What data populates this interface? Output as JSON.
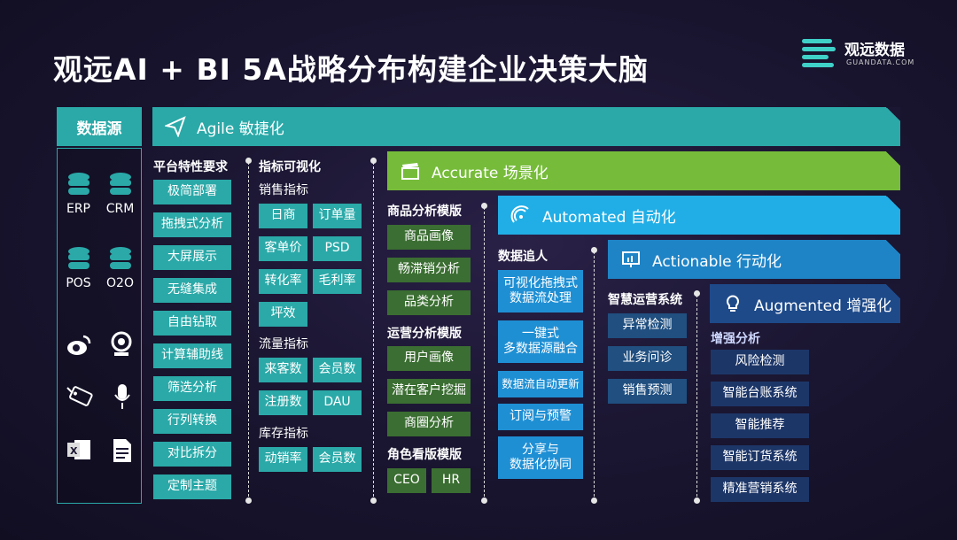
{
  "title": "观远AI + BI 5A战略分布构建企业决策大脑",
  "logo": {
    "name": "观远数据",
    "domain": "GUANDATA.COM"
  },
  "colors": {
    "teal": "#2aa9a8",
    "green": "#76bc3a",
    "cyan": "#21aee6",
    "blue": "#1f84c6",
    "navy": "#1e4a8a"
  },
  "data_source": {
    "label": "数据源",
    "items": [
      "ERP",
      "CRM",
      "POS",
      "O2O"
    ],
    "icons": [
      "database-icon",
      "database-icon",
      "database-icon",
      "database-icon",
      "weibo-icon",
      "webcam-icon",
      "tag-icon",
      "microphone-icon",
      "excel-icon",
      "document-icon"
    ]
  },
  "bands": {
    "agile": "Agile 敏捷化",
    "accurate": "Accurate 场景化",
    "automated": "Automated 自动化",
    "actionable": "Actionable 行动化",
    "augmented": "Augmented 增强化"
  },
  "platform": {
    "title": "平台特性要求",
    "items": [
      "极简部署",
      "拖拽式分析",
      "大屏展示",
      "无缝集成",
      "自由钻取",
      "计算辅助线",
      "筛选分析",
      "行列转换",
      "对比拆分",
      "定制主题"
    ]
  },
  "metrics": {
    "title": "指标可视化",
    "sales_title": "销售指标",
    "sales": [
      "日商",
      "订单量",
      "客单价",
      "PSD",
      "转化率",
      "毛利率",
      "坪效"
    ],
    "traffic_title": "流量指标",
    "traffic": [
      "来客数",
      "会员数",
      "注册数",
      "DAU"
    ],
    "stock_title": "库存指标",
    "stock": [
      "动销率",
      "会员数"
    ]
  },
  "scenario": {
    "product_title": "商品分析模版",
    "product": [
      "商品画像",
      "畅滞销分析",
      "品类分析"
    ],
    "ops_title": "运营分析模版",
    "ops": [
      "用户画像",
      "潜在客户挖掘",
      "商圈分析"
    ],
    "role_title": "角色看版模版",
    "role": [
      "CEO",
      "HR"
    ]
  },
  "automation": {
    "title": "数据追人",
    "items": [
      "可视化拖拽式\n数据流处理",
      "一键式\n多数据源融合",
      "数据流自动更新",
      "订阅与预警",
      "分享与\n数据化协同"
    ]
  },
  "operations": {
    "title": "智慧运营系统",
    "items": [
      "异常检测",
      "业务问诊",
      "销售预测"
    ]
  },
  "augmented": {
    "title": "增强分析",
    "items": [
      "风险检测",
      "智能台账系统",
      "智能推荐",
      "智能订货系统",
      "精准营销系统"
    ]
  }
}
